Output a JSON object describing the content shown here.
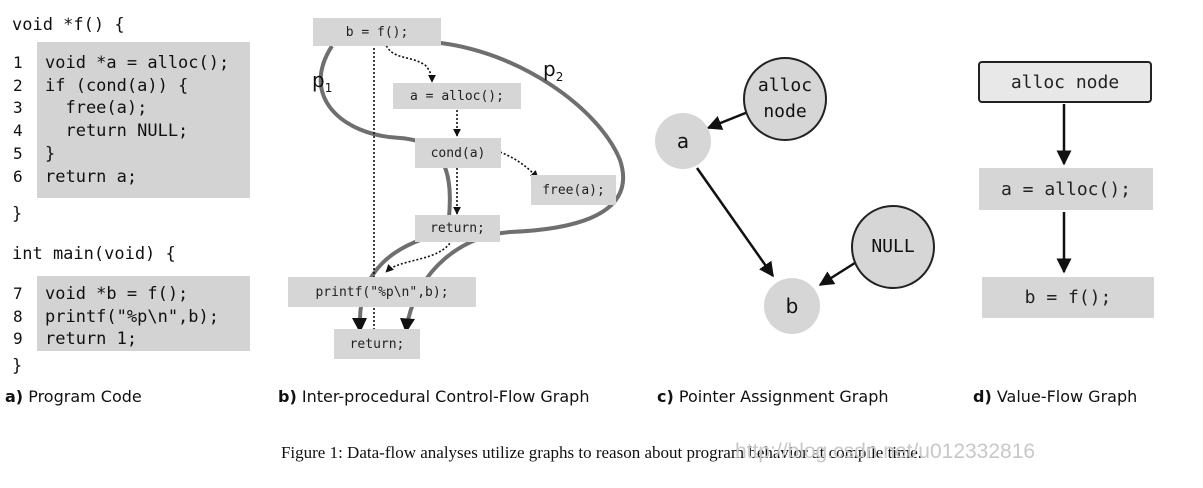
{
  "panel_a": {
    "header_f": "void *f() {",
    "f_lines": [
      {
        "num": "1",
        "code": "void *a = alloc();"
      },
      {
        "num": "2",
        "code": "if (cond(a)) {"
      },
      {
        "num": "3",
        "code": "  free(a);"
      },
      {
        "num": "4",
        "code": "  return NULL;"
      },
      {
        "num": "5",
        "code": "}"
      },
      {
        "num": "6",
        "code": "return a;"
      }
    ],
    "close_f": "}",
    "header_main": "int main(void) {",
    "main_lines": [
      {
        "num": "7",
        "code": "void *b = f();"
      },
      {
        "num": "8",
        "code": "printf(\"%p\\n\",b);"
      },
      {
        "num": "9",
        "code": "return 1;"
      }
    ],
    "close_main": "}",
    "caption_letter": "a)",
    "caption_text": " Program Code"
  },
  "panel_b": {
    "nodes": {
      "b_eq_f": "b = f();",
      "a_alloc": "a = alloc();",
      "cond": "cond(a)",
      "free": "free(a);",
      "ret1": "return;",
      "printf": "printf(\"%p\\n\",b);",
      "ret2": "return;"
    },
    "p1": {
      "main": "p",
      "sub": "1"
    },
    "p2": {
      "main": "p",
      "sub": "2"
    },
    "caption_letter": "b)",
    "caption_text": " Inter-procedural Control-Flow Graph"
  },
  "panel_c": {
    "alloc_node": "alloc node",
    "a": "a",
    "null": "NULL",
    "b": "b",
    "caption_letter": "c)",
    "caption_text": " Pointer Assignment Graph"
  },
  "panel_d": {
    "alloc_node": "alloc node",
    "a_alloc": "a = alloc();",
    "b_f": "b = f();",
    "caption_letter": "d)",
    "caption_text": " Value-Flow Graph"
  },
  "figure_caption": "Figure 1: Data-flow analyses utilize graphs to reason about program behavior at compile time.",
  "watermark": "http://blog.csdn.net/u012332816"
}
